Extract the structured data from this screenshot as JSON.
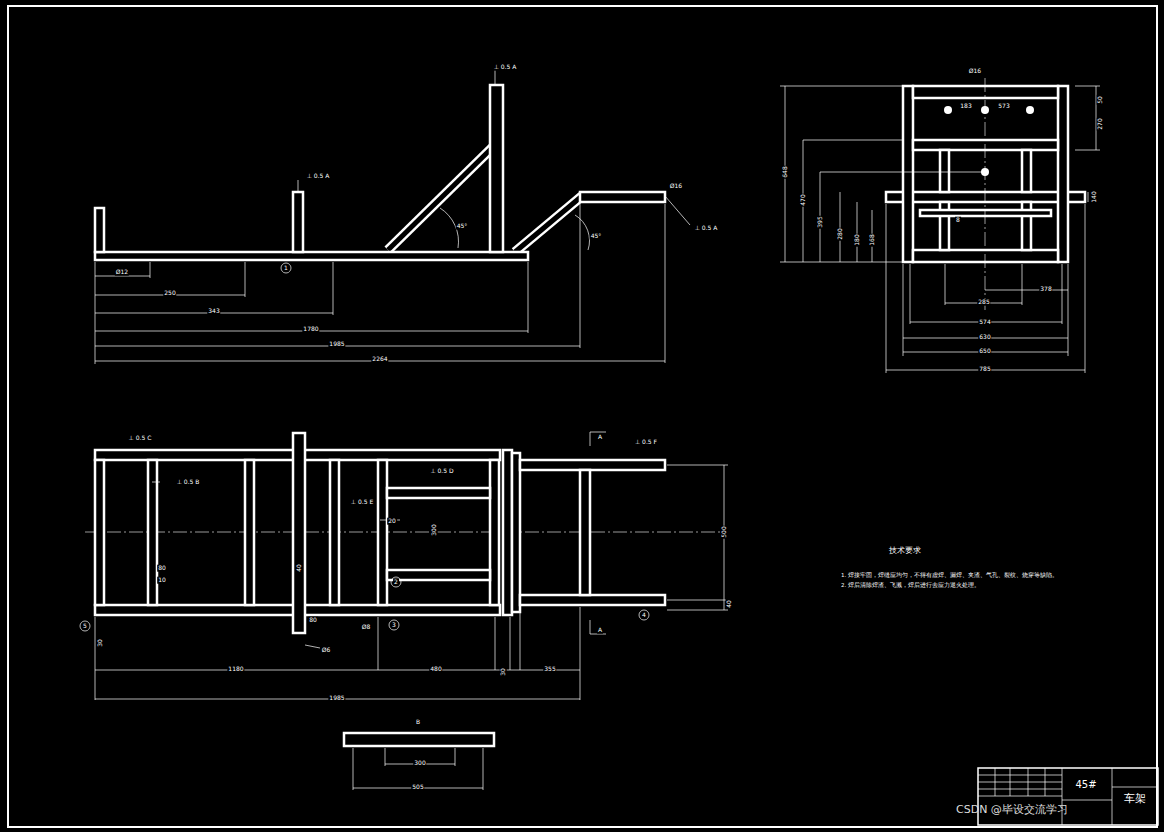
{
  "diagram": {
    "labels": [
      "⊥ 0.5 A",
      "⊥ 0.5 A",
      "Ø16",
      "⊥ 0.5 A",
      "45°",
      "45°",
      "1",
      "Ø12",
      "250",
      "343",
      "1780",
      "1985",
      "2264",
      "Ø16",
      "183",
      "573",
      "50",
      "270",
      "648",
      "470",
      "395",
      "280",
      "180",
      "168",
      "8",
      "140",
      "285",
      "378",
      "574",
      "630",
      "650",
      "785",
      "⊥ 0.5 C",
      "⊥ 0.5 B",
      "⊥ 0.5 D",
      "⊥ 0.5 E",
      "⊥ 0.5 F",
      "20",
      "80",
      "10",
      "300",
      "40",
      "80",
      "Ø8",
      "Ø6",
      "30",
      "1180",
      "480",
      "30",
      "355",
      "1985",
      "500",
      "40",
      "A",
      "A",
      "B",
      "300",
      "505",
      "2",
      "3",
      "4",
      "5",
      "技术要求",
      "1. 焊接牢固，焊缝应均匀，不得有虚焊、漏焊、夹渣、气孔、裂纹、烧穿等缺陷。",
      "2. 焊后清除焊渣、飞溅，焊后进行去应力退火处理。",
      "45#",
      "车架",
      "CSDN @毕设交流学习"
    ]
  }
}
